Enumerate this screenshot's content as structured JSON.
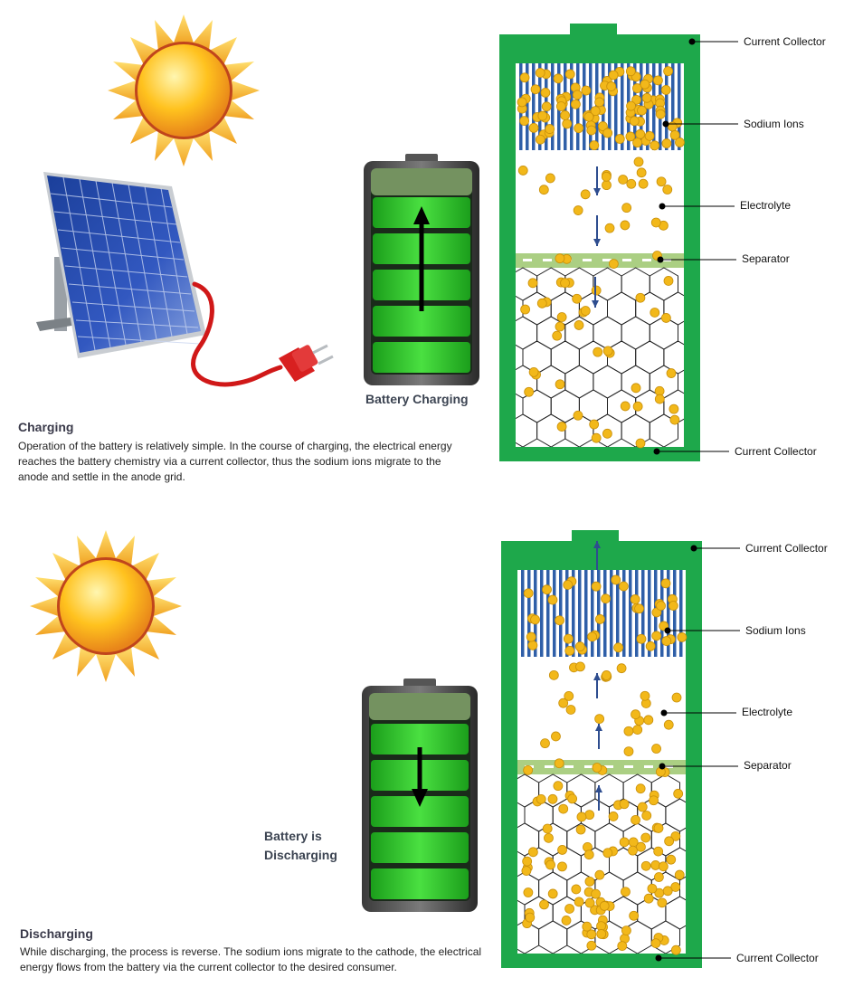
{
  "charging": {
    "heading": "Charging",
    "description": "Operation of the battery is relatively simple. In the course of charging, the electrical energy reaches the battery chemistry via a current collector, thus the sodium ions migrate to the anode and settle in the anode grid.",
    "battery_caption": "Battery Charging",
    "labels": {
      "current_collector_top": "Current Collector",
      "sodium_ions": "Sodium Ions",
      "electrolyte": "Electrolyte",
      "separator": "Separator",
      "current_collector_bottom": "Current Collector"
    }
  },
  "discharging": {
    "heading": "Discharging",
    "description": "While discharging, the process is reverse. The sodium ions migrate to the cathode, the electrical energy flows from the battery via the current collector to the desired consumer.",
    "battery_caption_line1": "Battery is",
    "battery_caption_line2": "Discharging",
    "labels": {
      "current_collector_top": "Current Collector",
      "sodium_ions": "Sodium Ions",
      "electrolyte": "Electrolyte",
      "separator": "Separator",
      "current_collector_bottom": "Current Collector"
    }
  },
  "colors": {
    "cell_green": "#1ea84b",
    "battery_green": "#3fd23a",
    "ion_fill": "#f2b81a",
    "anode_rod": "#2f5fa8",
    "arrow_blue": "#2e4d8f",
    "separator_green": "#8fbf5a"
  }
}
